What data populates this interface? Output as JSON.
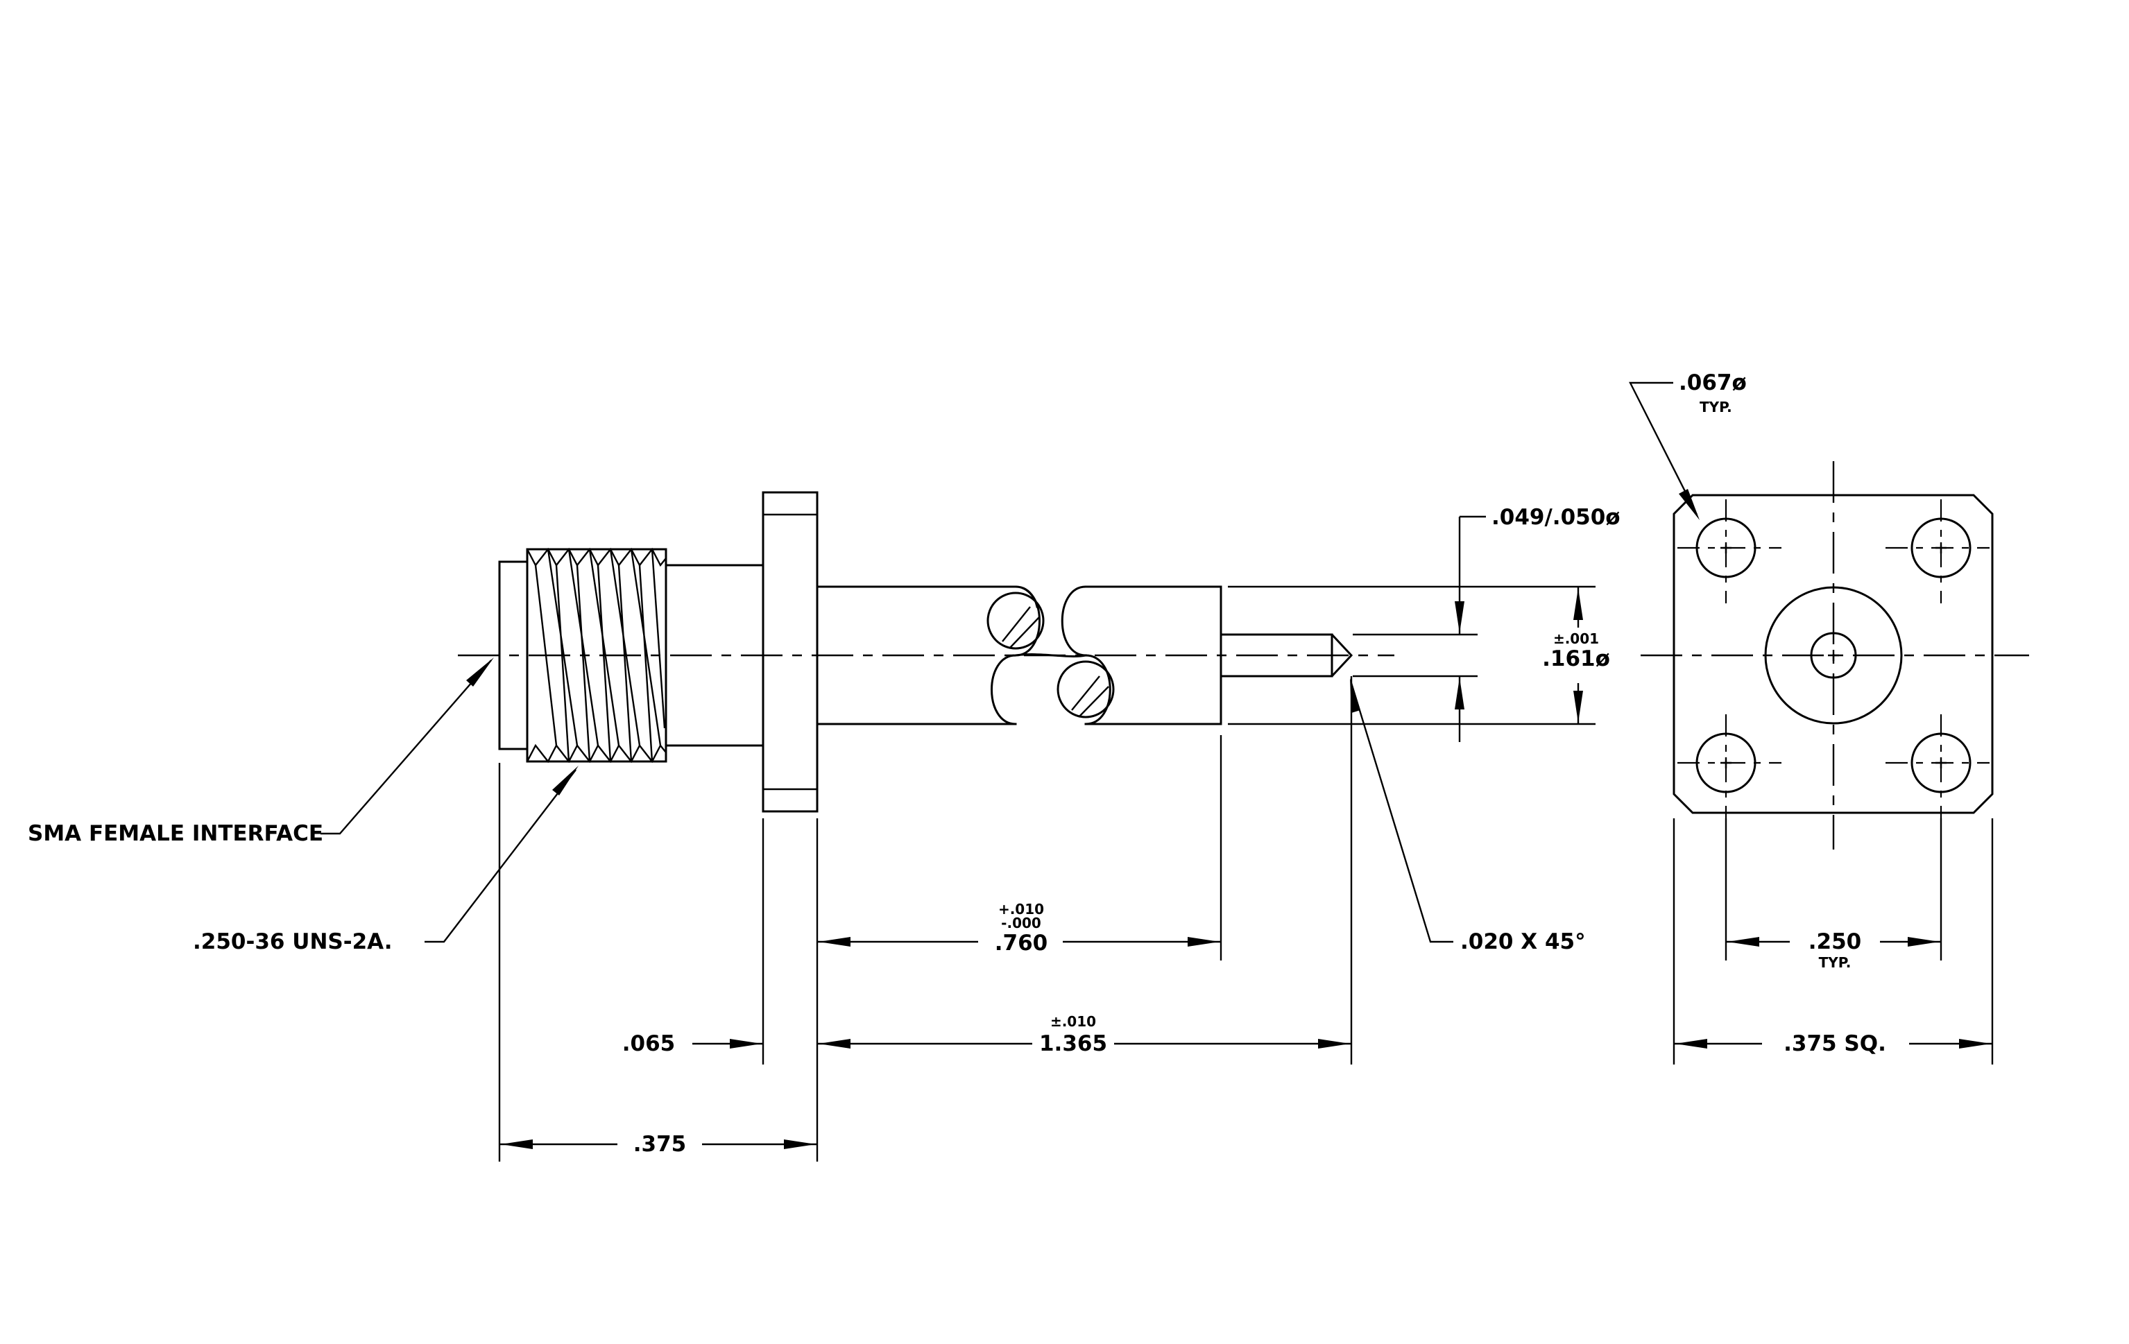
{
  "callouts": {
    "interface": "SMA FEMALE INTERFACE",
    "thread": ".250-36 UNS-2A.",
    "chamfer": ".020 X 45°",
    "pin_dia": ".049/.050ø",
    "hole_dia": ".067ø",
    "hole_typ": "TYP."
  },
  "dimensions": {
    "flange_thk": ".065",
    "overall_front": ".375",
    "body_len": ".760",
    "body_tol_plus": "+.010",
    "body_tol_minus": "-.000",
    "total_len": "1.365",
    "total_tol": "±.010",
    "body_dia": ".161ø",
    "body_dia_tol": "±.001",
    "hole_spacing": ".250",
    "hole_spacing_typ": "TYP.",
    "flange_size": ".375 SQ."
  }
}
